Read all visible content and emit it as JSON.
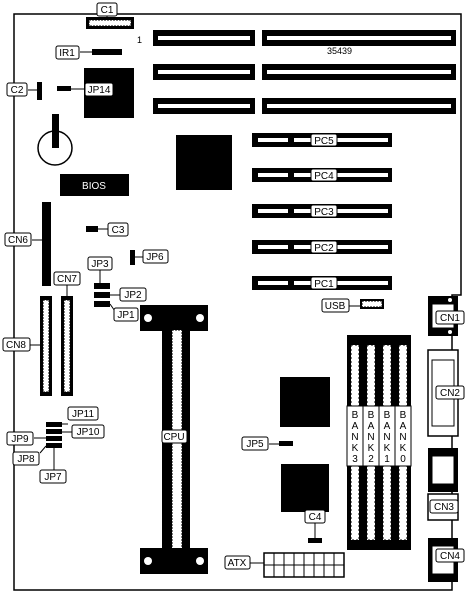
{
  "board_number": "35439",
  "bios_label": "BIOS",
  "labels": {
    "c1": "C1",
    "ir1": "IR1",
    "c2": "C2",
    "jp14": "JP14",
    "cn6": "CN6",
    "c3": "C3",
    "jp3": "JP3",
    "jp6": "JP6",
    "cn7": "CN7",
    "jp2": "JP2",
    "jp1": "JP1",
    "cn8": "CN8",
    "pc5": "PC5",
    "pc4": "PC4",
    "pc3": "PC3",
    "pc2": "PC2",
    "pc1": "PC1",
    "usb": "USB",
    "cn1": "CN1",
    "cn2": "CN2",
    "cn3": "CN3",
    "cn4": "CN4",
    "cpu": "CPU",
    "jp5": "JP5",
    "jp11": "JP11",
    "jp9": "JP9",
    "jp10": "JP10",
    "jp8": "JP8",
    "jp7": "JP7",
    "c4": "C4",
    "atx": "ATX",
    "c1_pin": "1"
  },
  "banks": [
    [
      "B",
      "A",
      "N",
      "K",
      "3"
    ],
    [
      "B",
      "A",
      "N",
      "K",
      "2"
    ],
    [
      "B",
      "A",
      "N",
      "K",
      "1"
    ],
    [
      "B",
      "A",
      "N",
      "K",
      "0"
    ]
  ]
}
